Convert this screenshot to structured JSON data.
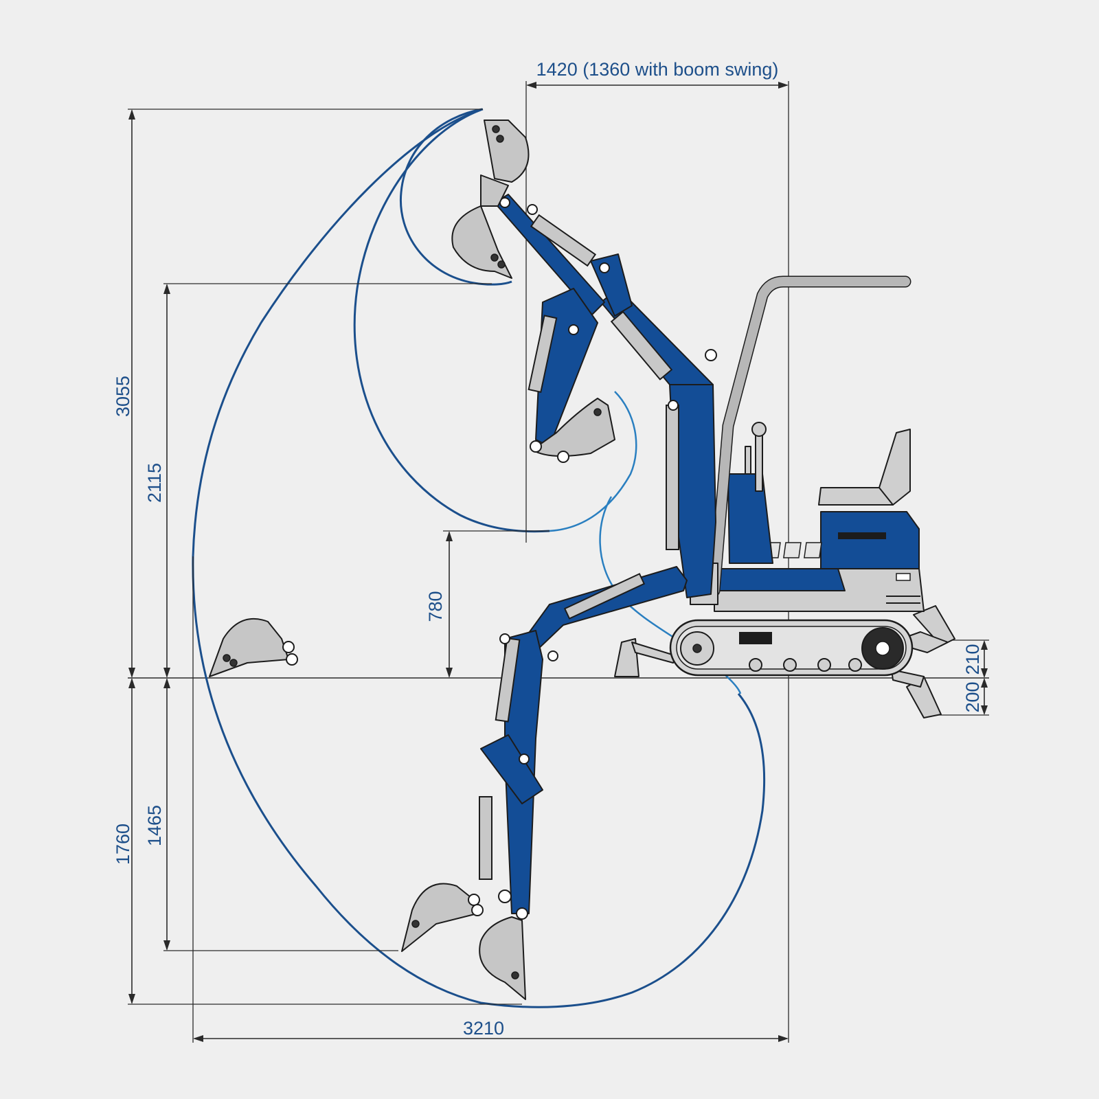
{
  "dimensions": {
    "top_width": "1420 (1360 with boom swing)",
    "max_height": "3055",
    "dump_height": "2115",
    "vertical_wall_depth": "780",
    "blade_raise": "210",
    "blade_lower": "200",
    "max_depth": "1760",
    "dig_depth": "1465",
    "max_reach": "3210"
  },
  "colors": {
    "background": "#efefef",
    "machine_blue": "#134d96",
    "reach_curve": "#1b4f8c",
    "dimension_text": "#1d4f8a"
  }
}
